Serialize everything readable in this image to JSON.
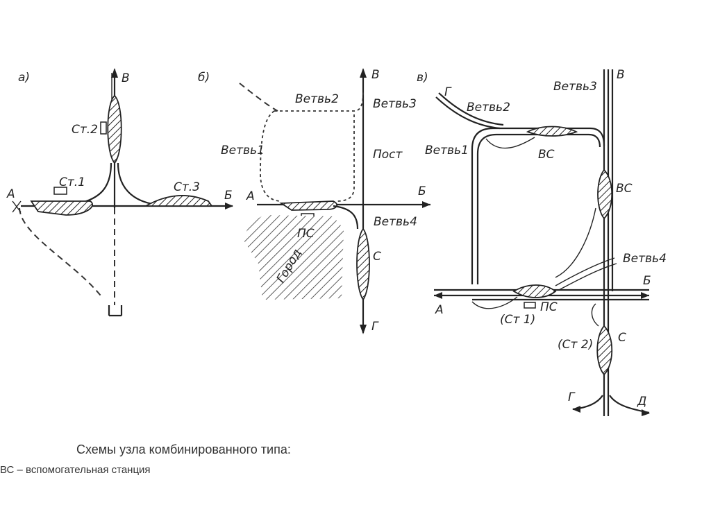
{
  "panel_a": {
    "tag": "а)",
    "pt_v": "В",
    "pt_a": "А",
    "pt_b": "Б",
    "st1": "Ст.1",
    "st2": "Ст.2",
    "st3": "Ст.3"
  },
  "panel_b": {
    "tag": "б)",
    "pt_v": "В",
    "pt_a": "А",
    "pt_b": "Б",
    "pt_g": "Г",
    "pt_s": "С",
    "branch1": "Ветвь1",
    "branch2": "Ветвь2",
    "branch3": "Ветвь3",
    "branch4": "Ветвь4",
    "post": "Пост",
    "ps": "ПС",
    "city": "Город"
  },
  "panel_v": {
    "tag": "в)",
    "pt_g_top": "Г",
    "pt_v": "В",
    "pt_b": "Б",
    "pt_a": "А",
    "pt_g": "Г",
    "pt_d": "Д",
    "pt_s": "С",
    "branch1": "Ветвь1",
    "branch2": "Ветвь2",
    "branch3": "Ветвь3",
    "branch4": "Ветвь4",
    "vs_top": "ВС",
    "vs_right": "ВС",
    "ps": "ПС",
    "st1": "(Ст 1)",
    "st2": "(Ст 2)"
  },
  "caption": {
    "title": "Схемы узла комбинированного типа:",
    "legend": "ВС – вспомогательная станция"
  }
}
